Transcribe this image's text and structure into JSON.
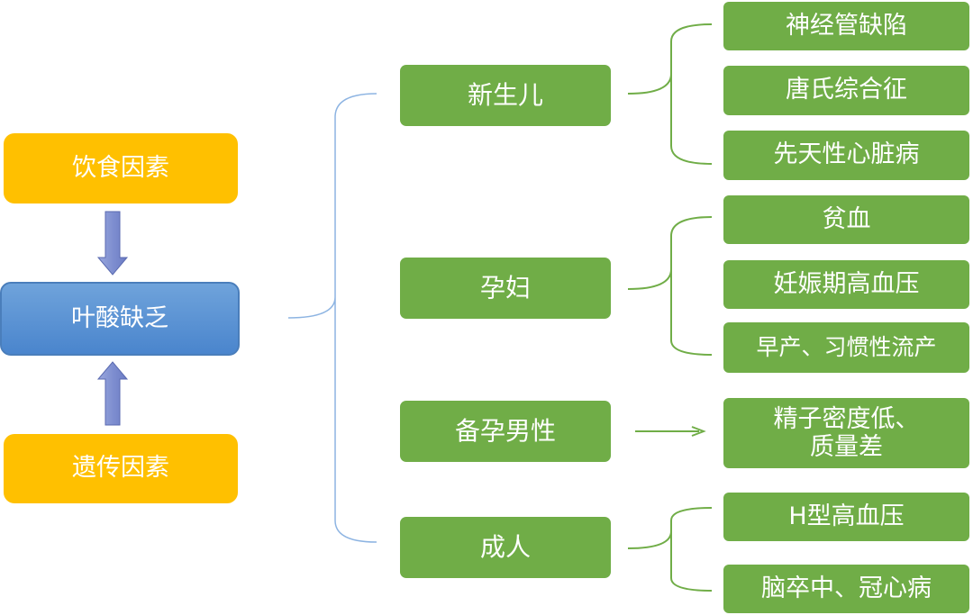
{
  "colors": {
    "factor": "#FFC000",
    "center": "#5B9BD5",
    "group": "#70AD47",
    "connector": "#9DC3E6",
    "arrow": "#7F8FD0"
  },
  "factors": {
    "diet": "饮食因素",
    "genetic": "遗传因素"
  },
  "center": "叶酸缺乏",
  "groups": {
    "newborn": {
      "label": "新生儿",
      "items": [
        "神经管缺陷",
        "唐氏综合征",
        "先天性心脏病"
      ]
    },
    "pregnant": {
      "label": "孕妇",
      "items": [
        "贫血",
        "妊娠期高血压",
        "早产、习惯性流产"
      ]
    },
    "male": {
      "label": "备孕男性",
      "items": [
        "精子密度低、",
        "质量差"
      ]
    },
    "adult": {
      "label": "成人",
      "items": [
        "H型高血压",
        "脑卒中、冠心病"
      ]
    }
  }
}
